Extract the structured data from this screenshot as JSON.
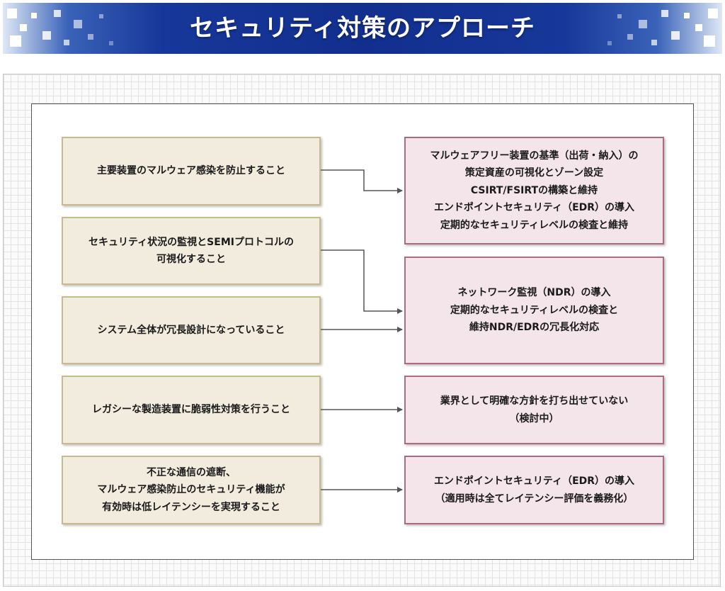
{
  "title": "セキュリティ対策のアプローチ",
  "requirements": [
    {
      "lines": [
        "主要装置のマルウェア感染を防止すること"
      ]
    },
    {
      "lines": [
        "セキュリティ状況の監視とSEMIプロトコルの",
        "可視化すること"
      ]
    },
    {
      "lines": [
        "システム全体が冗長設計になっていること"
      ]
    },
    {
      "lines": [
        "レガシーな製造装置に脆弱性対策を行うこと"
      ]
    },
    {
      "lines": [
        "不正な通信の遮断、",
        "マルウェア感染防止のセキュリティ機能が",
        "有効時は低レイテンシーを実現すること"
      ]
    }
  ],
  "solutions": [
    {
      "lines": [
        "マルウェアフリー装置の基準（出荷・納入）の",
        "策定資産の可視化とゾーン設定",
        "CSIRT/FSIRTの構築と維持",
        "エンドポイントセキュリティ（EDR）の導入",
        "定期的なセキュリティレベルの検査と維持"
      ]
    },
    {
      "lines": [
        "ネットワーク監視（NDR）の導入",
        "定期的なセキュリティレベルの検査と",
        "維持NDR/EDRの冗長化対応"
      ]
    },
    {
      "lines": [
        "業界として明確な方針を打ち出せていない",
        "（検討中）"
      ]
    },
    {
      "lines": [
        "エンドポイントセキュリティ（EDR）の導入",
        "（適用時は全てレイテンシー評価を義務化）"
      ]
    }
  ],
  "colors": {
    "banner": "#122f8e",
    "requirement_fill": "#f2ecdf",
    "requirement_border": "#c8b98e",
    "solution_fill": "#f4e5ea",
    "solution_border": "#ad6a80",
    "arrow": "#555555"
  }
}
